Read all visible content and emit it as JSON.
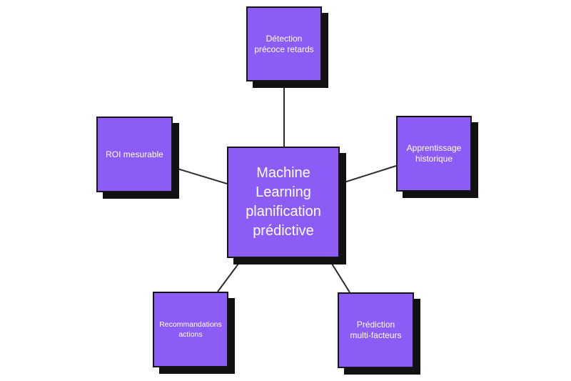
{
  "diagram": {
    "center": {
      "label": "Machine\nLearning\nplanification\nprédictive"
    },
    "nodes": {
      "top": {
        "label": "Détection\nprécoce retards"
      },
      "left": {
        "label": "ROI mesurable"
      },
      "right": {
        "label": "Apprentissage\nhistorique"
      },
      "bottom_left": {
        "label": "Recommandations\nactions"
      },
      "bottom_right": {
        "label": "Prédiction\nmulti-facteurs"
      }
    },
    "colors": {
      "node_fill": "#8b5cf6",
      "shadow": "#111111",
      "connector": "#2b2b2b"
    }
  }
}
